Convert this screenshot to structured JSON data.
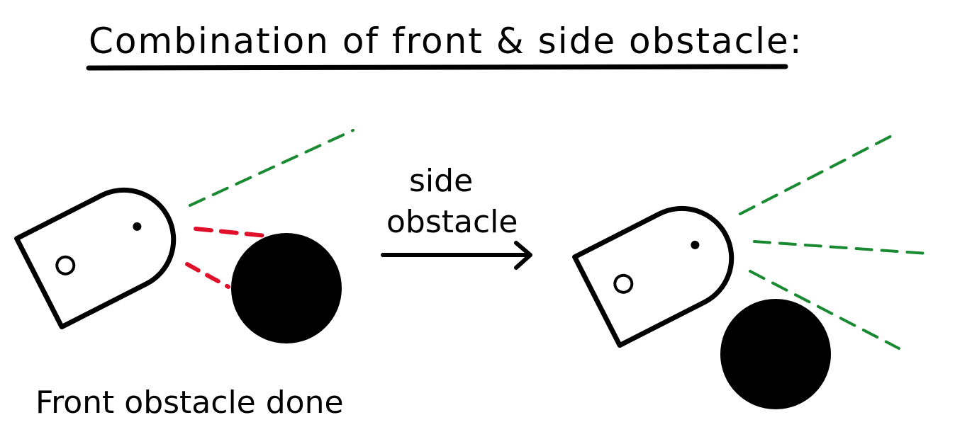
{
  "title": "Combination of front & side obstacle:",
  "transition_label_line1": "side",
  "transition_label_line2": "obstacle",
  "left_caption": "Front obstacle done",
  "colors": {
    "ink": "#000000",
    "ray_clear": "#1a8a32",
    "ray_blocked": "#e0102a",
    "obstacle": "#000000",
    "background": "#ffffff"
  }
}
